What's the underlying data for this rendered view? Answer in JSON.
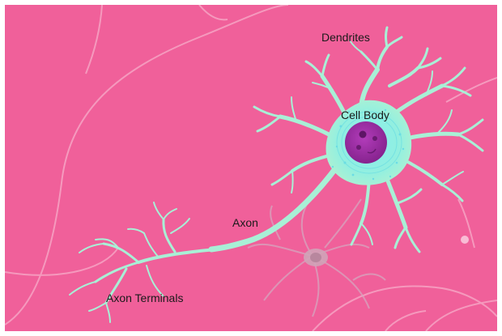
{
  "diagram": {
    "labels": {
      "dendrites": "Dendrites",
      "cell_body": "Cell Body",
      "axon": "Axon",
      "axon_terminals": "Axon Terminals"
    },
    "colors": {
      "background": "#f0609a",
      "neuron": "#a8f0d6",
      "neuron_glow": "#7fe8ec",
      "nucleus": "#9a2fa0",
      "nucleolus": "#5a1060",
      "fibers": "#f7a9c8",
      "background_cell": "#c9a3b4"
    }
  }
}
